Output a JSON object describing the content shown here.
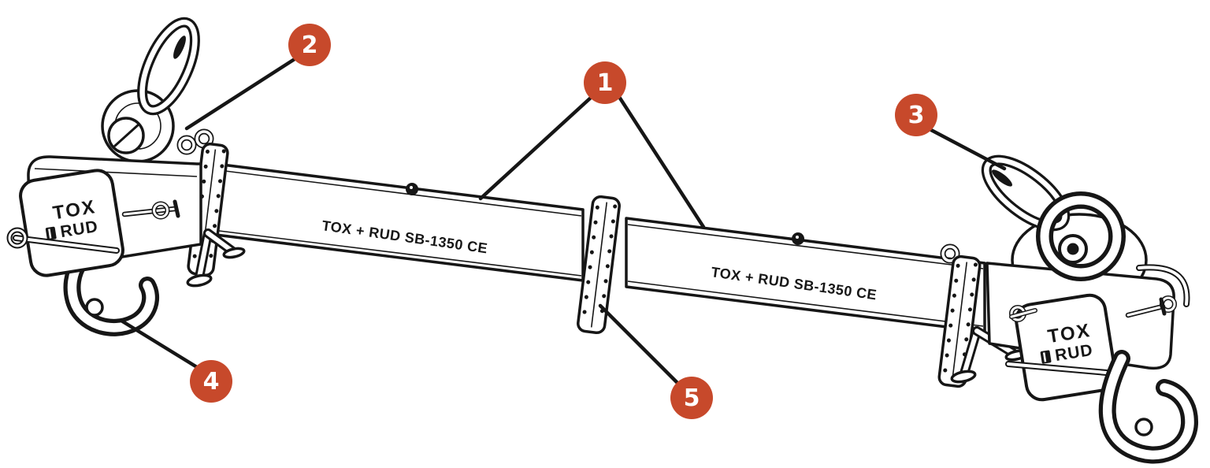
{
  "diagram": {
    "beam_markings": [
      {
        "text": "TOX + RUD SB-1350 CE"
      },
      {
        "text": "TOX + RUD SB-1350 CE"
      }
    ],
    "plates": {
      "left": {
        "line1": "TOX",
        "line2": "RUD"
      },
      "right": {
        "line1": "TOX",
        "line2": "RUD"
      }
    },
    "callouts": [
      {
        "label": "1"
      },
      {
        "label": "2"
      },
      {
        "label": "3"
      },
      {
        "label": "4"
      },
      {
        "label": "5"
      }
    ],
    "colors": {
      "callout_bg": "#C7492B",
      "callout_text": "#FFFFFF",
      "ink": "#161616",
      "background": "#FFFFFF"
    }
  }
}
